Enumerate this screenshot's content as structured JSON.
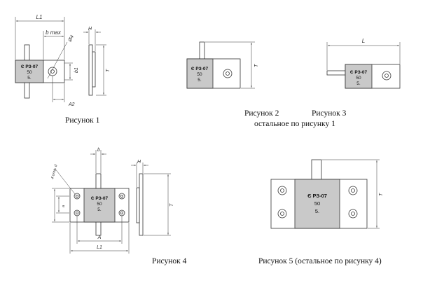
{
  "figures": {
    "fig1": {
      "caption": "Рисунок 1",
      "body_label": [
        "Є РЗ-07",
        "50",
        "5."
      ],
      "dims": {
        "L1": "L1",
        "b_max": "b max",
        "d4": "Ø4",
        "H": "H",
        "T": "T",
        "A2": "A2",
        "b1": "b1"
      }
    },
    "fig2": {
      "caption": "Рисунок 2",
      "body_label": [
        "Є РЗ-07",
        "50",
        "5."
      ],
      "dims": {
        "T": "T"
      }
    },
    "fig3": {
      "caption": "Рисунок 3",
      "body_label": [
        "Є РЗ-07",
        "50",
        "5."
      ],
      "dims": {
        "L": "L"
      }
    },
    "fig23_note": "остальное по рисунку 1",
    "fig4": {
      "caption": "Рисунок 4",
      "body_label": [
        "Є РЗ-07",
        "50",
        "5."
      ],
      "dims": {
        "b": "b",
        "holes": "4 отв. d",
        "H": "H",
        "T": "T",
        "A": "A",
        "L1": "L1",
        "a": "a"
      }
    },
    "fig5": {
      "caption": "Рисунок 5 (остальное по рисунку 4)",
      "body_label": [
        "Є РЗ-07",
        "50",
        "5."
      ],
      "dims": {
        "T": "T"
      }
    }
  },
  "colors": {
    "body": "#c9c9c9",
    "line": "#333333",
    "flange": "#ffffff"
  }
}
